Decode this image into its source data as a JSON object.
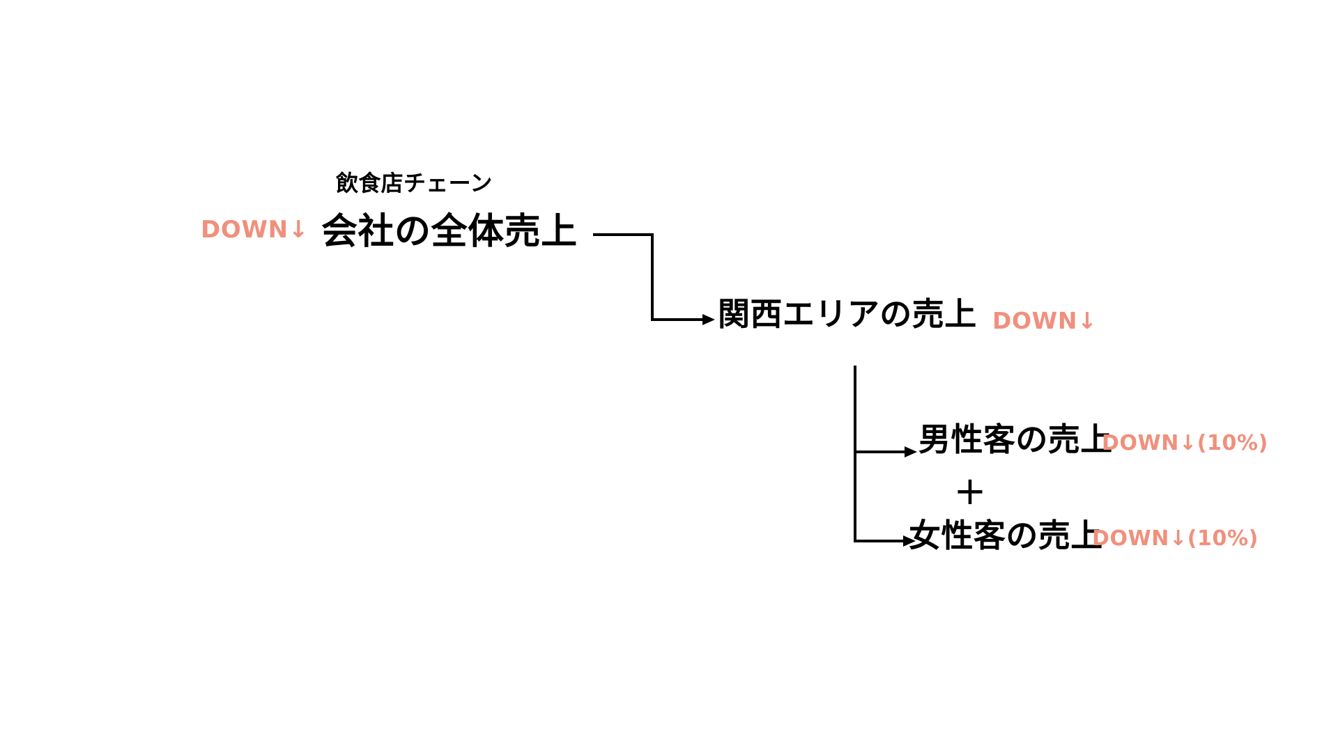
{
  "colors": {
    "accent": "#F0907C",
    "ink": "#000000",
    "line": "#000000",
    "background": "#FFFFFF"
  },
  "diagram": {
    "company": {
      "category": "飲食店チェーン",
      "status": "DOWN↓",
      "title": "会社の全体売上"
    },
    "kansai": {
      "title": "関西エリアの売上",
      "status": "DOWN↓"
    },
    "male": {
      "title": "男性客の売上",
      "status": "DOWN↓(10%)"
    },
    "operator": "+",
    "female": {
      "title": "女性客の売上",
      "status": "DOWN↓(10%)"
    }
  }
}
